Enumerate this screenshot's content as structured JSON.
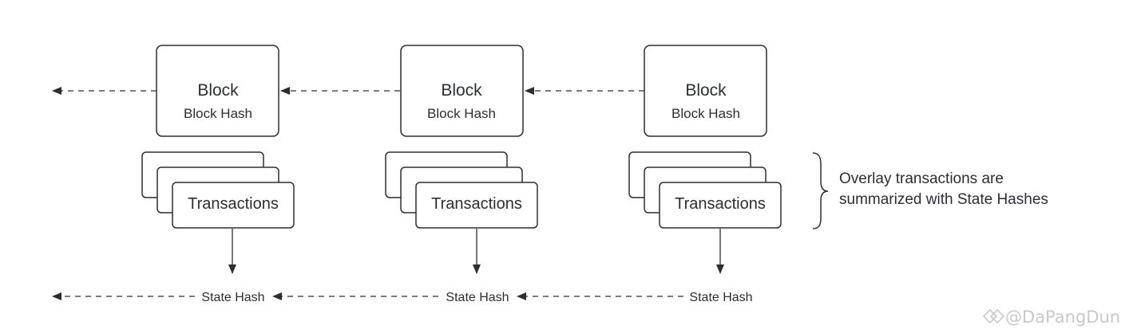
{
  "blocks": [
    {
      "title": "Block",
      "subtitle": "Block Hash",
      "transactions_label": "Transactions",
      "state_label": "State Hash"
    },
    {
      "title": "Block",
      "subtitle": "Block Hash",
      "transactions_label": "Transactions",
      "state_label": "State Hash"
    },
    {
      "title": "Block",
      "subtitle": "Block Hash",
      "transactions_label": "Transactions",
      "state_label": "State Hash"
    }
  ],
  "annotation": {
    "line1": "Overlay transactions are",
    "line2": "summarized with State Hashes"
  },
  "watermark": "@DaPangDun",
  "colors": {
    "stroke": "#2b2f33",
    "watermark": "#c9c9c9"
  }
}
